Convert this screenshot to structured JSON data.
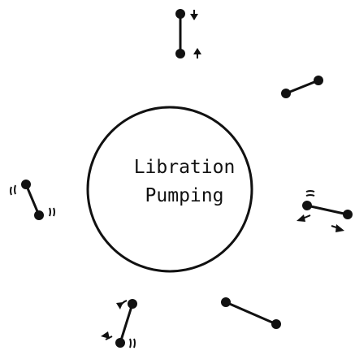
{
  "diagram": {
    "center_label_line1": "Libration",
    "center_label_line2": "Pumping",
    "ink_color": "#111111",
    "background_color": "#ffffff",
    "molecule_count": 6,
    "molecule_states": [
      "vertical-with-arrows",
      "tilted-upper-right",
      "vibrating-with-rotation-arrows",
      "tilted-lower-right",
      "vibrating-lower-left",
      "vibrating-left"
    ]
  }
}
